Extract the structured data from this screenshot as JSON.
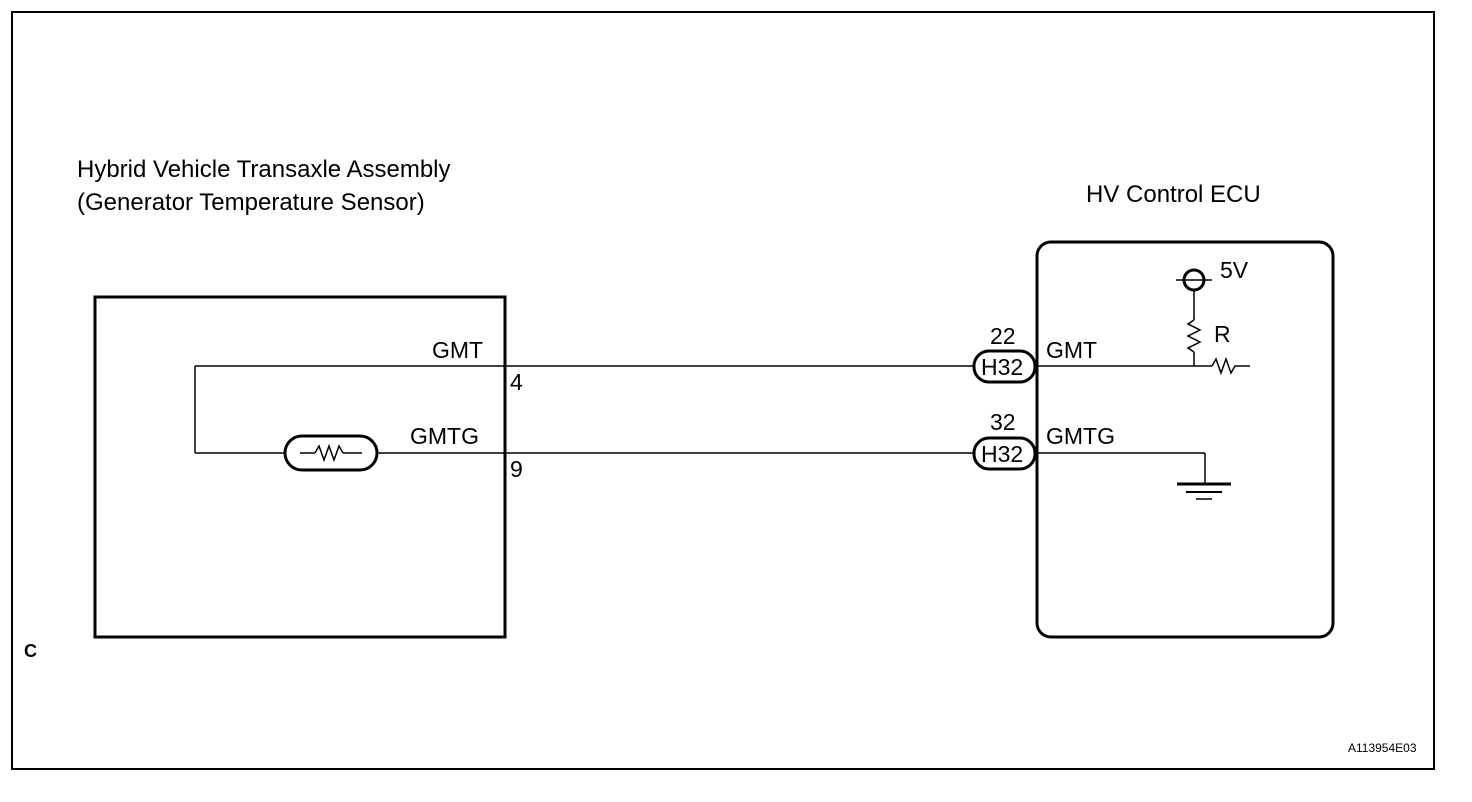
{
  "left_component": {
    "title_line1": "Hybrid Vehicle Transaxle Assembly",
    "title_line2": "(Generator Temperature Sensor)",
    "pin_top_name": "GMT",
    "pin_top_number": "4",
    "pin_bottom_name": "GMTG",
    "pin_bottom_number": "9"
  },
  "right_component": {
    "title": "HV Control ECU",
    "pin_top_name": "GMT",
    "pin_top_number": "22",
    "pin_bottom_name": "GMTG",
    "pin_bottom_number": "32",
    "connector_top": "H32",
    "connector_bottom": "H32",
    "supply_label": "5V",
    "resistor_label": "R"
  },
  "corner_label": "C",
  "figure_id": "A113954E03",
  "colors": {
    "line": "#000000",
    "background": "#ffffff"
  }
}
